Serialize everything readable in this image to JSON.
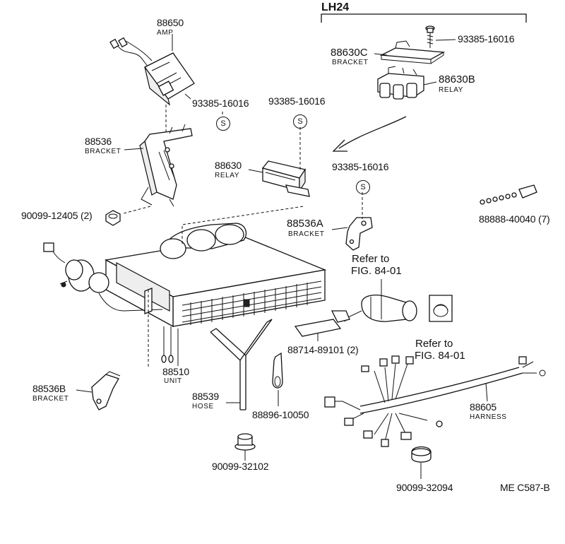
{
  "header": {
    "title": "LH24"
  },
  "parts": {
    "amp": {
      "number": "88650",
      "name": "AMP"
    },
    "screw_amp": {
      "number": "93385-16016"
    },
    "screw_relay": {
      "number": "93385-16016"
    },
    "screw_bracket_a": {
      "number": "93385-16016"
    },
    "screw_lh24": {
      "number": "93385-16016"
    },
    "bracket_lh24": {
      "number": "88630C",
      "name": "BRACKET"
    },
    "relay_lh24": {
      "number": "88630B",
      "name": "RELAY"
    },
    "bracket_88536": {
      "number": "88536",
      "name": "BRACKET"
    },
    "relay_88630": {
      "number": "88630",
      "name": "RELAY"
    },
    "nut_90099_12405": {
      "number": "90099-12405 (2)"
    },
    "bracket_88536a": {
      "number": "88536A",
      "name": "BRACKET"
    },
    "clip_88888": {
      "number": "88888-40040 (7)"
    },
    "unit_88510": {
      "number": "88510",
      "name": "UNIT"
    },
    "bracket_88536b": {
      "number": "88536B",
      "name": "BRACKET"
    },
    "hose_88539": {
      "number": "88539",
      "name": "HOSE"
    },
    "clamp_88896": {
      "number": "88896-10050"
    },
    "tape_88714": {
      "number": "88714-89101 (2)"
    },
    "harness_88605": {
      "number": "88605",
      "name": "HARNESS"
    },
    "grommet_90099_32102": {
      "number": "90099-32102"
    },
    "grommet_90099_32094": {
      "number": "90099-32094"
    }
  },
  "references": {
    "ref1": {
      "line1": "Refer to",
      "line2": "FIG. 84-01"
    },
    "ref2": {
      "line1": "Refer to",
      "line2": "FIG. 84-01"
    }
  },
  "screw_symbol": "S",
  "footer": {
    "code": "ME  C587-B"
  }
}
